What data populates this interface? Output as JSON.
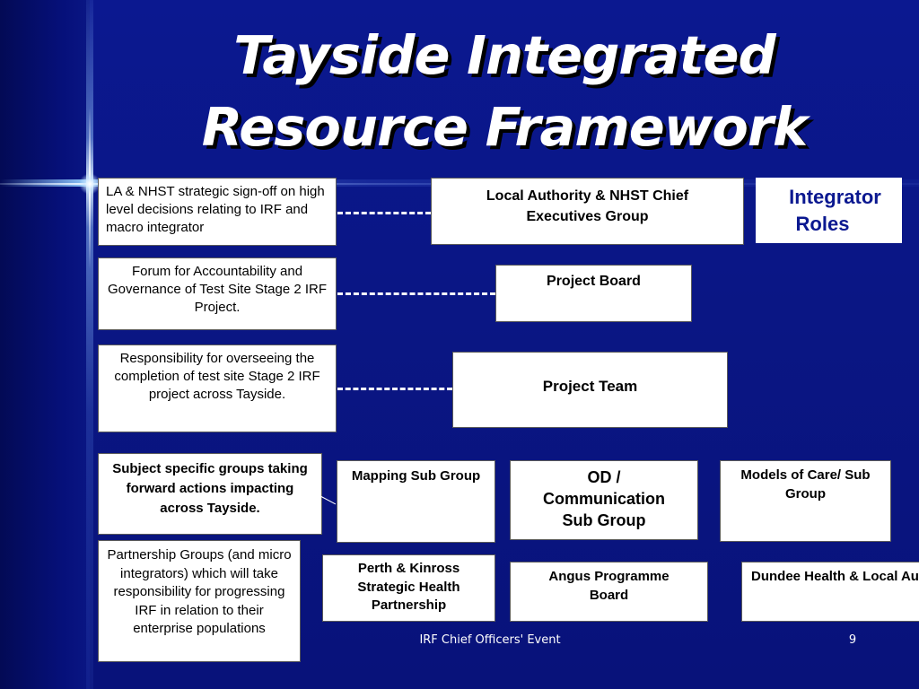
{
  "slide": {
    "title_line1": "Tayside Integrated",
    "title_line2": "Resource Framework"
  },
  "left_descriptions": [
    "LA & NHST strategic sign-off on high level decisions relating to IRF and macro integrator",
    "Forum for Accountability and Governance of Test Site Stage 2 IRF Project.",
    "Responsibility for overseeing the completion of test site Stage 2 IRF project across Tayside.",
    "Subject specific groups taking forward actions impacting across Tayside.",
    "Partnership Groups (and micro integrators) which will take responsibility for progressing IRF in relation to their enterprise populations"
  ],
  "hierarchy": {
    "exec_group": "Local Authority & NHST Chief Executives Group",
    "project_board": "Project Board",
    "project_team": "Project Team"
  },
  "integrator_label": "Integrator Roles",
  "sub_groups": [
    "Mapping Sub Group",
    "OD / Communication Sub Group",
    "Models of Care/ Sub Group"
  ],
  "partnerships": [
    "Perth & Kinross Strategic Health Partnership",
    "Angus Programme Board",
    "Dundee Health & Local Authority Management Group"
  ],
  "footer": {
    "event": "IRF Chief Officers' Event",
    "page_number": "9"
  },
  "colors": {
    "background": "#0a1580",
    "box_fill": "#ffffff",
    "text": "#000000",
    "title": "#ffffff"
  }
}
